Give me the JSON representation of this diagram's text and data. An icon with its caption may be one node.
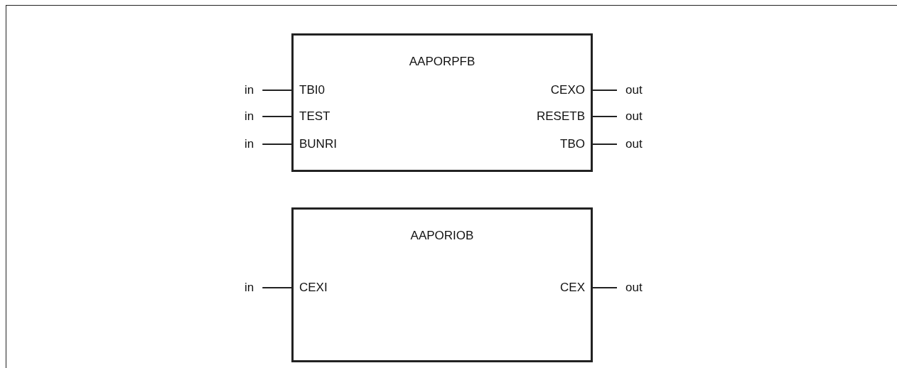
{
  "diagram": {
    "nodes": [
      {
        "text": [
          "AAPORPFB",
          "TBI0",
          "TEST",
          "BUNRI",
          "CEXO",
          "RESETB",
          "TBO"
        ]
      },
      {
        "text": [
          "in"
        ]
      },
      {
        "text": [
          "in"
        ]
      },
      {
        "text": [
          "in"
        ]
      },
      {
        "text": [
          "out"
        ]
      },
      {
        "text": [
          "out"
        ]
      },
      {
        "text": [
          "out"
        ]
      },
      {
        "text": [
          "AAPORIOB",
          "CEXI",
          "CEX"
        ]
      },
      {
        "text": [
          "in"
        ]
      },
      {
        "text": [
          "out"
        ]
      }
    ],
    "edges": [
      {
        "from": 1,
        "to": 0,
        "arrow": "none"
      },
      {
        "from": 2,
        "to": 0,
        "arrow": "none"
      },
      {
        "from": 3,
        "to": 0,
        "arrow": "none"
      },
      {
        "from": 0,
        "to": 4,
        "arrow": "none"
      },
      {
        "from": 0,
        "to": 5,
        "arrow": "none"
      },
      {
        "from": 0,
        "to": 6,
        "arrow": "none"
      },
      {
        "from": 8,
        "to": 7,
        "arrow": "none"
      },
      {
        "from": 7,
        "to": 9,
        "arrow": "none"
      }
    ]
  }
}
